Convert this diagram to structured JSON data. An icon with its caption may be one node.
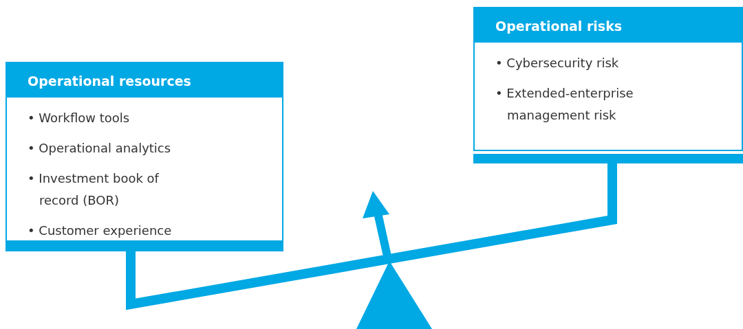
{
  "diagram": {
    "nodes": [
      {
        "text": [
          "Operational resources",
          "• Workflow tools",
          "• Operational analytics",
          "• Investment book of record (BOR)",
          "• Customer experience"
        ]
      },
      {
        "text": [
          "Operational risks",
          "• Cybersecurity risk",
          "• Extended-enterprise management risk"
        ]
      }
    ]
  }
}
